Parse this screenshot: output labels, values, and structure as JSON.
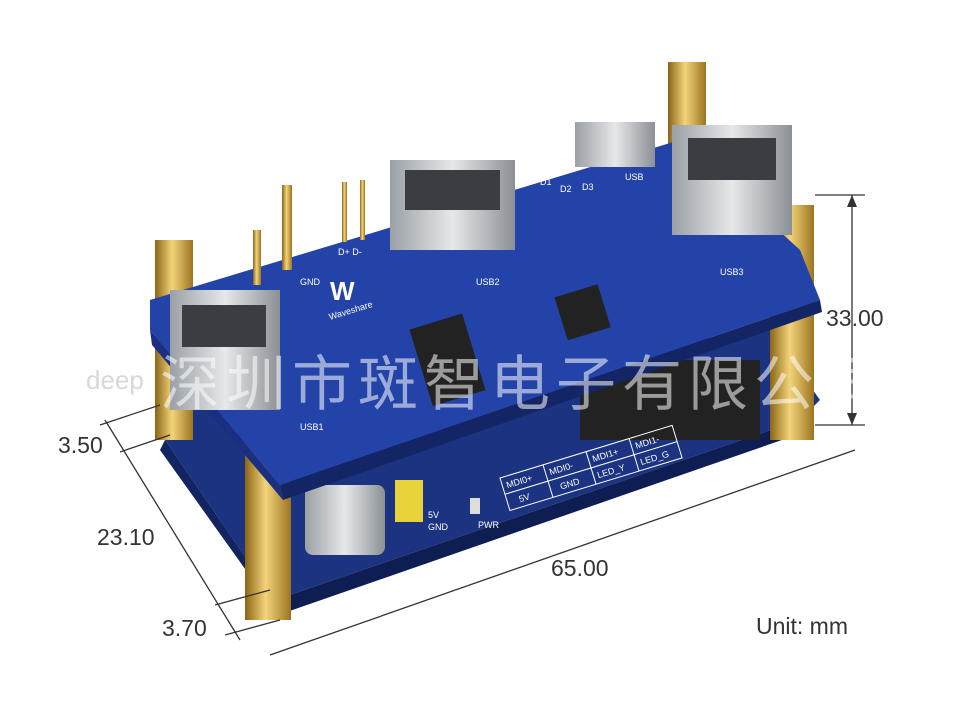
{
  "dimensions": {
    "height": "33.00",
    "top_offset": "3.50",
    "depth": "23.10",
    "bottom_offset": "3.70",
    "length": "65.00",
    "unit_label": "Unit: mm"
  },
  "board_labels": {
    "brand": "Waveshare",
    "usb1": "USB1",
    "usb2": "USB2",
    "usb3": "USB3",
    "usb_micro": "USB",
    "gnd": "GND",
    "data_pins": "D+ D-",
    "leds": [
      "D1",
      "D2",
      "D3"
    ],
    "pin_5v": "5V",
    "pin_gnd": "GND",
    "pwr": "PWR",
    "header_table": [
      [
        "MDI0+",
        "MDI0-",
        "MDI1+",
        "MDI1-"
      ],
      [
        "5V",
        "GND",
        "LED_Y",
        "LED_G"
      ]
    ]
  },
  "watermark": {
    "latin": "deep",
    "text": "深圳市斑智电子有限公司"
  },
  "colors": {
    "pcb": "#1f3d9a",
    "gold": "#d4a93a",
    "dimension_line": "#333333"
  }
}
